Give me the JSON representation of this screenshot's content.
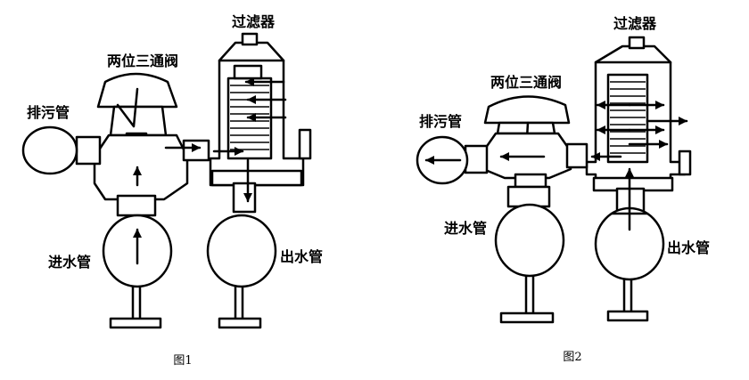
{
  "figure1": {
    "caption": "图1",
    "labels": {
      "filter": "过滤器",
      "valve": "两位三通阀",
      "drain": "排污管",
      "inlet": "进水管",
      "outlet": "出水管"
    }
  },
  "figure2": {
    "caption": "图2",
    "labels": {
      "filter": "过滤器",
      "valve": "两位三通阀",
      "drain": "排污管",
      "inlet": "进水管",
      "outlet": "出水管"
    }
  }
}
